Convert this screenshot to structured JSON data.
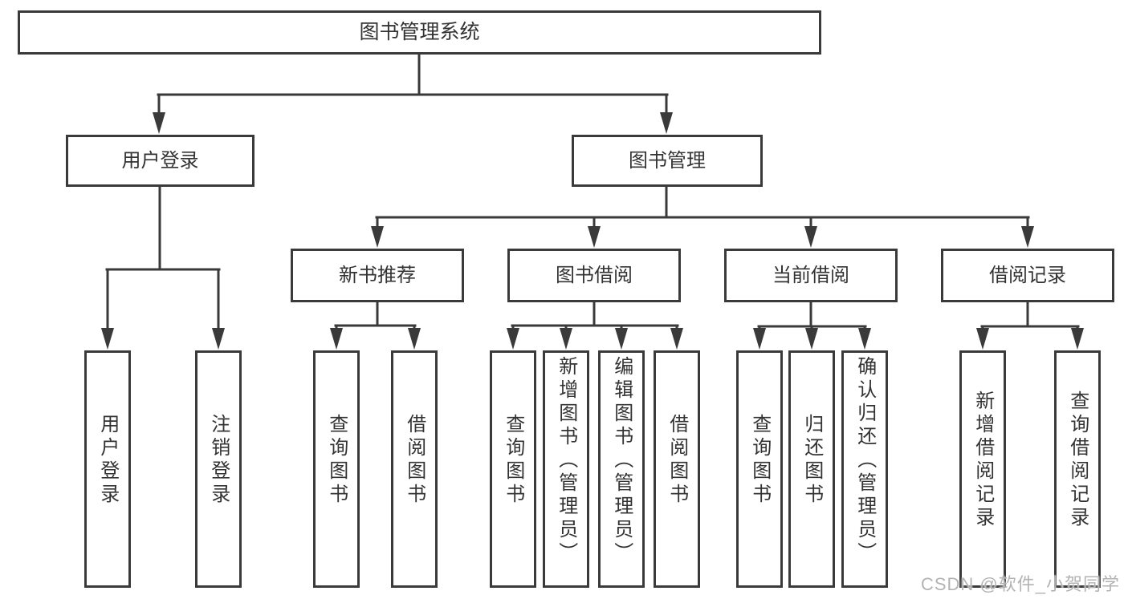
{
  "root": {
    "label": "图书管理系统"
  },
  "level2": {
    "user_login": "用户登录",
    "book_management": "图书管理"
  },
  "level3": {
    "new_book_recommend": "新书推荐",
    "book_borrowing": "图书借阅",
    "current_borrowing": "当前借阅",
    "borrowing_records": "借阅记录"
  },
  "leaves": {
    "user_login": "用户登录",
    "logout": "注销登录",
    "nb_query_books": "查询图书",
    "nb_borrow_books": "借阅图书",
    "bb_query_books": "查询图书",
    "bb_add_books_admin": "新增图书（管理员）",
    "bb_edit_books_admin": "编辑图书（管理员）",
    "bb_borrow_books": "借阅图书",
    "cb_query_books": "查询图书",
    "cb_return_books": "归还图书",
    "cb_confirm_return_admin": "确认归还（管理员）",
    "br_add_record": "新增借阅记录",
    "br_query_record": "查询借阅记录"
  },
  "watermark": "CSDN @软件_小贺同学",
  "colors": {
    "line": "#3a3a3a",
    "text": "#333333",
    "box_background": "#ffffff",
    "watermark": "#b3b3b3"
  }
}
